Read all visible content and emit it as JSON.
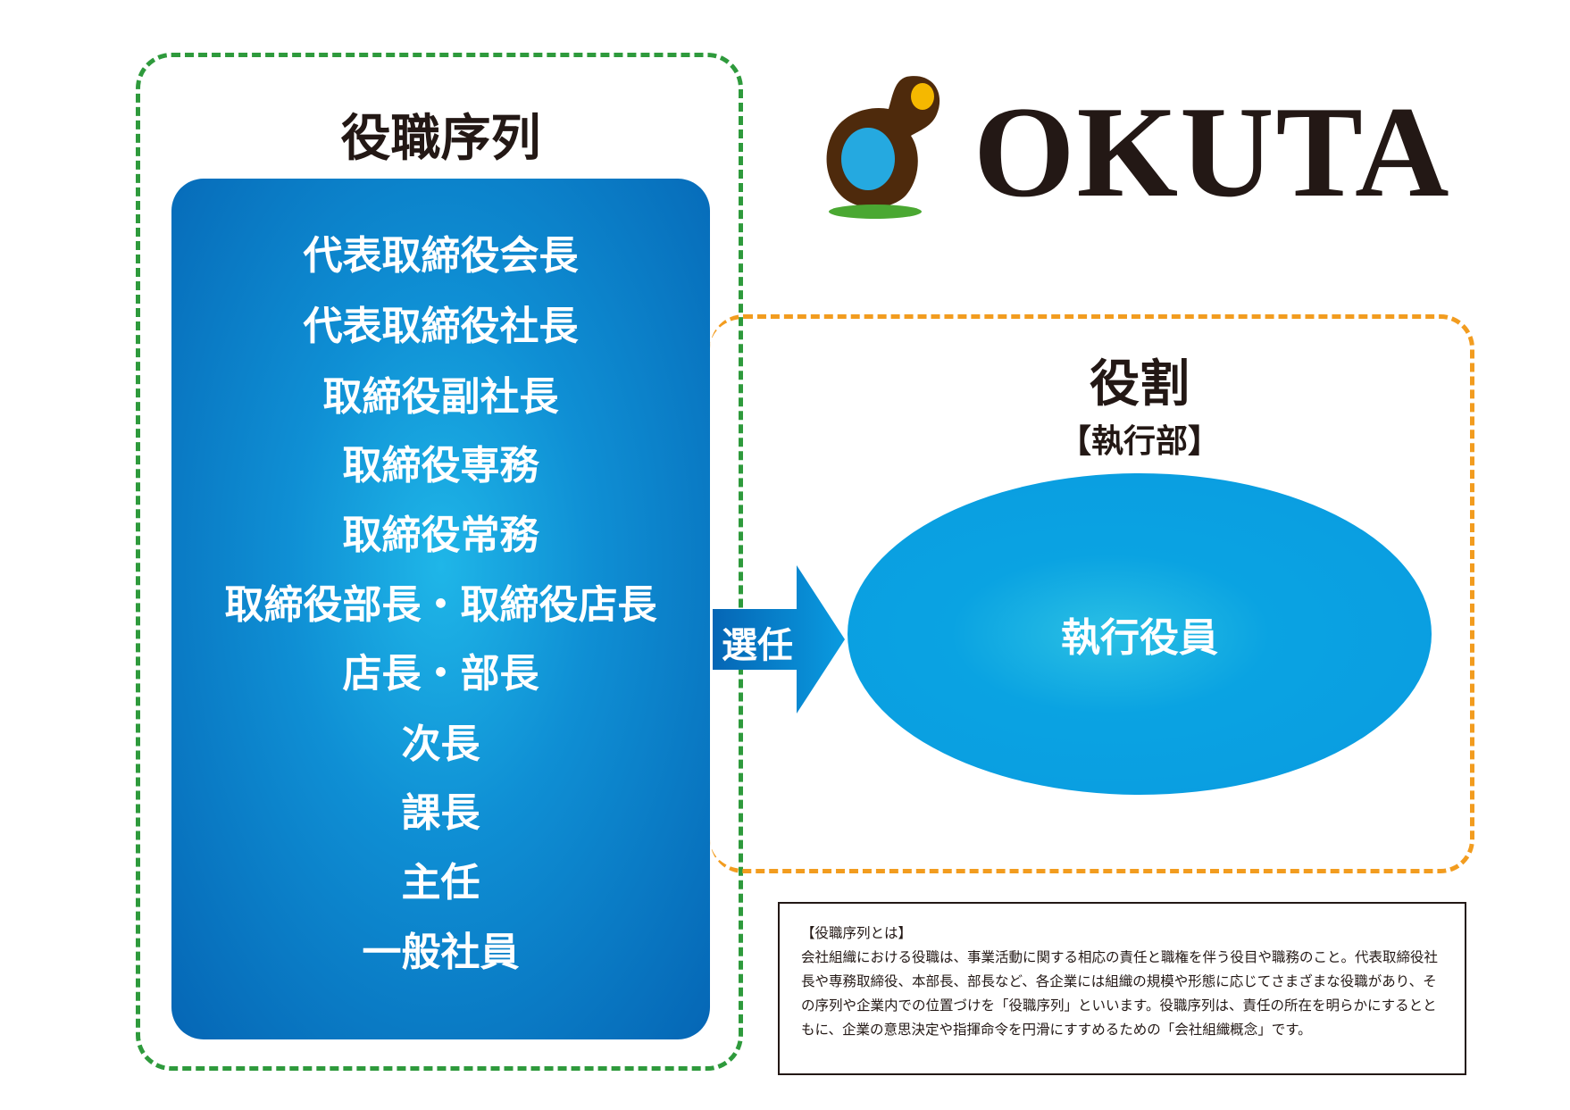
{
  "logo": {
    "text": "OKUTA",
    "colors": {
      "brown": "#4e2a0c",
      "blue": "#25a9e0",
      "yellow": "#f5b800",
      "green": "#4aa832"
    }
  },
  "hierarchy": {
    "title": "役職序列",
    "ranks": [
      "代表取締役会長",
      "代表取締役社長",
      "取締役副社長",
      "取締役専務",
      "取締役常務",
      "取締役部長・取締役店長",
      "店長・部長",
      "次長",
      "課長",
      "主任",
      "一般社員"
    ]
  },
  "arrow": {
    "label": "選任"
  },
  "role": {
    "title": "役割",
    "subtitle": "【執行部】",
    "ellipse_label": "執行役員"
  },
  "description": {
    "heading": "【役職序列とは】",
    "body": "会社組織における役職は、事業活動に関する相応の責任と職権を伴う役目や職務のこと。代表取締役社長や専務取締役、本部長、部長など、各企業には組織の規模や形態に応じてさまざまな役職があり、その序列や企業内での位置づけを「役職序列」といいます。役職序列は、責任の所在を明らかにするとともに、企業の意思決定や指揮命令を円滑にすすめるための「会社組織概念」です。"
  },
  "colors": {
    "green_dash": "#2e9a3c",
    "orange_dash": "#f29c1f",
    "blue": "#0566b5"
  }
}
